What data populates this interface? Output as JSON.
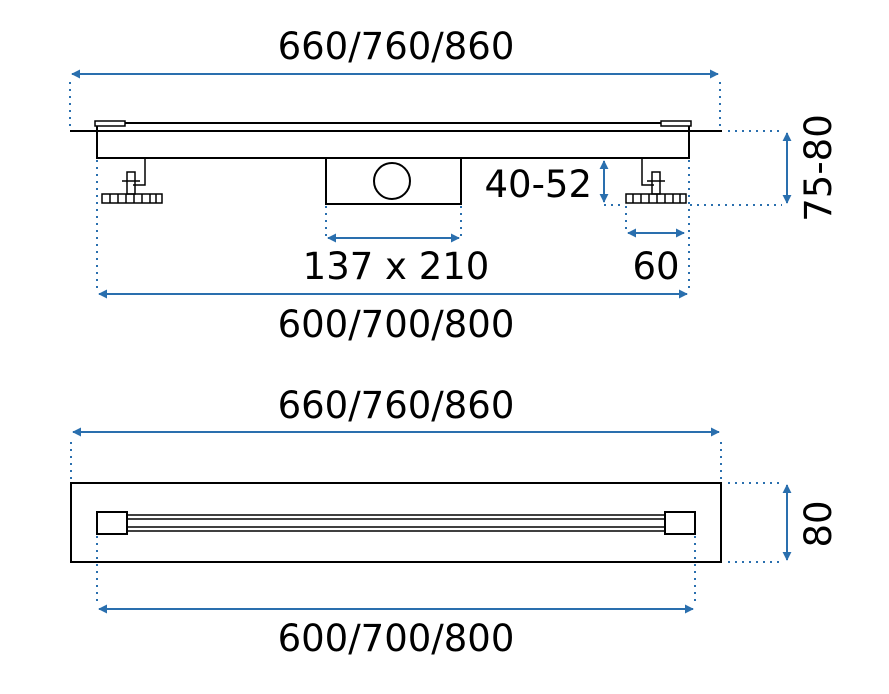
{
  "top_view": {
    "overall_length_label": "660/760/860",
    "body_length_label": "600/700/800",
    "outlet_size_label": "137 x 210",
    "leg_height_label": "40-52",
    "total_height_label": "75-80",
    "foot_width_label": "60"
  },
  "plan_view": {
    "overall_length_label": "660/760/860",
    "body_length_label": "600/700/800",
    "width_label": "80"
  },
  "colors": {
    "dimension": "#2a6fae",
    "line": "#000000",
    "background": "#ffffff"
  }
}
